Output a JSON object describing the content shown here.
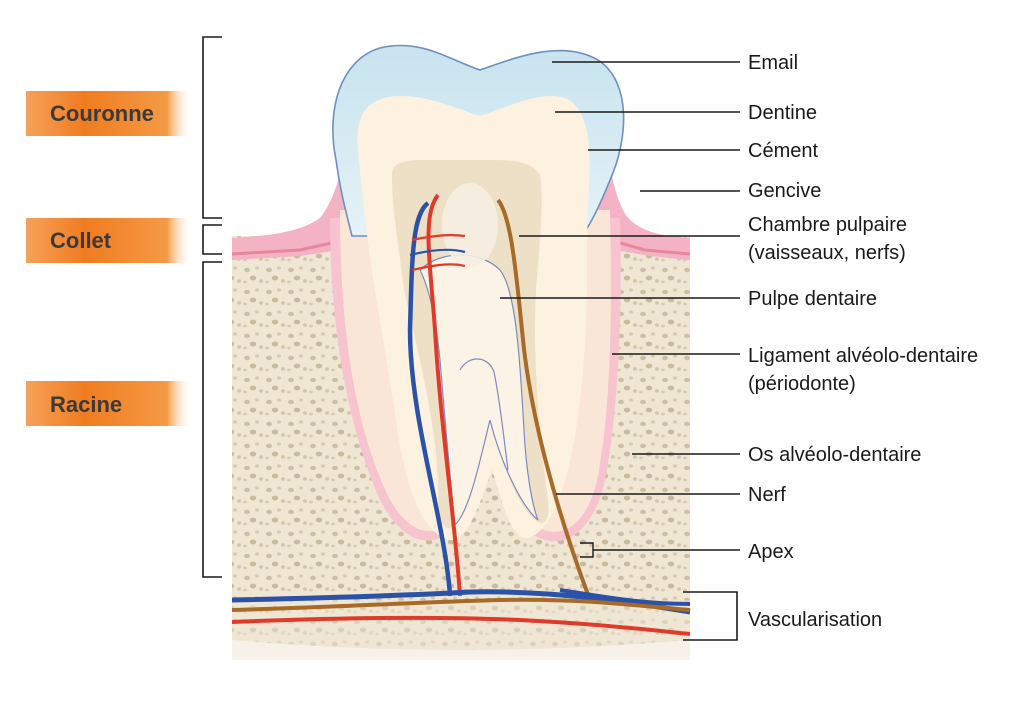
{
  "sections": {
    "couronne": "Couronne",
    "collet": "Collet",
    "racine": "Racine"
  },
  "labels": {
    "email": "Email",
    "dentine": "Dentine",
    "cement": "Cément",
    "gencive": "Gencive",
    "chambre_1": "Chambre pulpaire",
    "chambre_2": "(vaisseaux, nerfs)",
    "pulpe": "Pulpe dentaire",
    "ligament_1": "Ligament alvéolo-dentaire",
    "ligament_2": "(périodonte)",
    "os": "Os alvéolo-dentaire",
    "nerf": "Nerf",
    "apex": "Apex",
    "vascularisation": "Vascularisation"
  },
  "colors": {
    "section_tab": "#f07c20",
    "enamel": "#cfe6f0",
    "dentin": "#fdf1df",
    "gum": "#f3b3c4",
    "bone": "#efe6d3",
    "artery": "#e03a2a",
    "vein": "#2c52a8",
    "nerve": "#a86a28"
  }
}
